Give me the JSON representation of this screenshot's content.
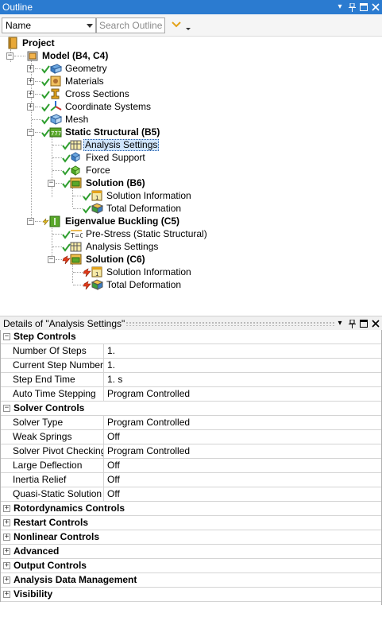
{
  "outline": {
    "title": "Outline",
    "name_select": "Name",
    "search_placeholder": "Search Outline",
    "tree": [
      {
        "label": "Project",
        "bold": true
      },
      {
        "label": "Model (B4, C4)",
        "bold": true
      },
      {
        "label": "Geometry"
      },
      {
        "label": "Materials"
      },
      {
        "label": "Cross Sections"
      },
      {
        "label": "Coordinate Systems"
      },
      {
        "label": "Mesh"
      },
      {
        "label": "Static Structural (B5)",
        "bold": true
      },
      {
        "label": "Analysis Settings",
        "selected": true
      },
      {
        "label": "Fixed Support"
      },
      {
        "label": "Force"
      },
      {
        "label": "Solution (B6)",
        "bold": true
      },
      {
        "label": "Solution Information"
      },
      {
        "label": "Total Deformation"
      },
      {
        "label": "Eigenvalue Buckling (C5)",
        "bold": true
      },
      {
        "label": "Pre-Stress (Static Structural)"
      },
      {
        "label": "Analysis Settings"
      },
      {
        "label": "Solution (C6)",
        "bold": true
      },
      {
        "label": "Solution Information"
      },
      {
        "label": "Total Deformation"
      }
    ]
  },
  "details": {
    "title": "Details of \"Analysis Settings\"",
    "groups": [
      {
        "name": "Step Controls",
        "expanded": true,
        "rows": [
          {
            "name": "Number Of Steps",
            "value": "1."
          },
          {
            "name": "Current Step Number",
            "value": "1."
          },
          {
            "name": "Step End Time",
            "value": "1. s"
          },
          {
            "name": "Auto Time Stepping",
            "value": "Program Controlled"
          }
        ]
      },
      {
        "name": "Solver Controls",
        "expanded": true,
        "rows": [
          {
            "name": "Solver Type",
            "value": "Program Controlled"
          },
          {
            "name": "Weak Springs",
            "value": "Off"
          },
          {
            "name": "Solver Pivot Checking",
            "value": "Program Controlled"
          },
          {
            "name": "Large Deflection",
            "value": "Off"
          },
          {
            "name": "Inertia Relief",
            "value": "Off"
          },
          {
            "name": "Quasi-Static Solution",
            "value": "Off"
          }
        ]
      },
      {
        "name": "Rotordynamics Controls",
        "expanded": false,
        "rows": []
      },
      {
        "name": "Restart Controls",
        "expanded": false,
        "rows": []
      },
      {
        "name": "Nonlinear Controls",
        "expanded": false,
        "rows": []
      },
      {
        "name": "Advanced",
        "expanded": false,
        "rows": []
      },
      {
        "name": "Output Controls",
        "expanded": false,
        "rows": []
      },
      {
        "name": "Analysis Data Management",
        "expanded": false,
        "rows": []
      },
      {
        "name": "Visibility",
        "expanded": false,
        "rows": []
      }
    ]
  },
  "colors": {
    "title_bar": "#2b7bd0",
    "selection": "#cfe4fb",
    "check": "#2e9e2e"
  }
}
